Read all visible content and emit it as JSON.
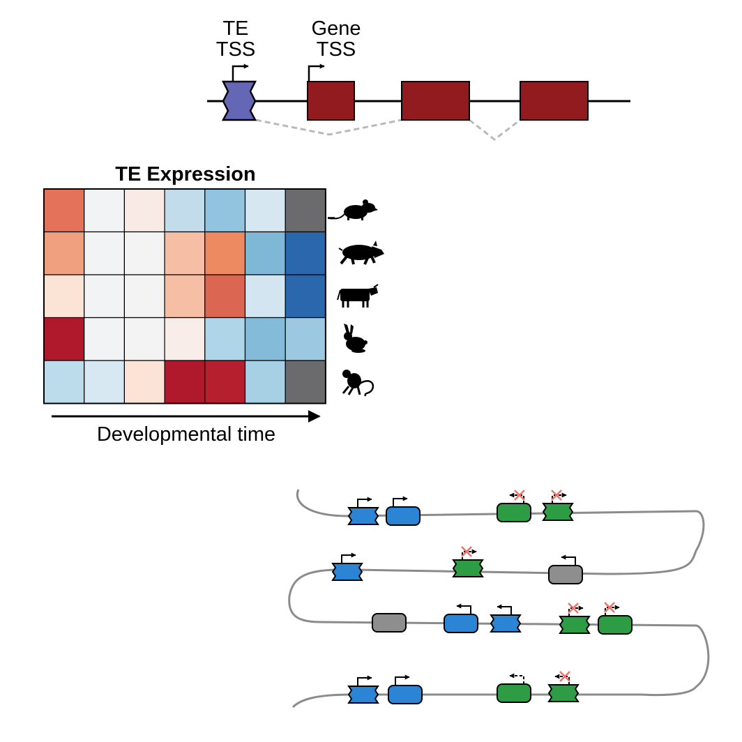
{
  "gene_model": {
    "te_tss_label_line1": "TE",
    "te_tss_label_line2": "TSS",
    "gene_tss_label_line1": "Gene",
    "gene_tss_label_line2": "TSS",
    "te_color": "#6467b5",
    "exon_color": "#921b1f"
  },
  "heatmap": {
    "title": "TE Expression",
    "xlabel": "Developmental time",
    "species": [
      "mouse",
      "pig",
      "cow",
      "rabbit",
      "monkey"
    ],
    "cells": [
      [
        "#e4715a",
        "#f2f3f5",
        "#f8ebe5",
        "#c2dcec",
        "#92c4e0",
        "#d6e7f1",
        "#6b6b6d"
      ],
      [
        "#f0a07e",
        "#f2f3f5",
        "#f3f3f3",
        "#f6bea5",
        "#ee8a62",
        "#7fb7d6",
        "#2a67ad"
      ],
      [
        "#fbe3d6",
        "#f2f3f5",
        "#f3f3f3",
        "#f6bea5",
        "#db6651",
        "#d3e5f0",
        "#2a67ad"
      ],
      [
        "#b0192c",
        "#f2f3f5",
        "#f3f3f3",
        "#f8ede8",
        "#afd5e8",
        "#84bbd9",
        "#9dc8e1"
      ],
      [
        "#bcdbeb",
        "#d7e8f2",
        "#fbe3d6",
        "#b0192c",
        "#b51f2e",
        "#a7d0e5",
        "#6b6b6d"
      ]
    ]
  },
  "chromatin": {
    "active_color": "#2c84d4",
    "silenced_color": "#2e9b45",
    "inactive_color": "#8e8e8e",
    "blocked_mark_color": "#f0706a",
    "fiber_color": "#8b8b8b"
  }
}
